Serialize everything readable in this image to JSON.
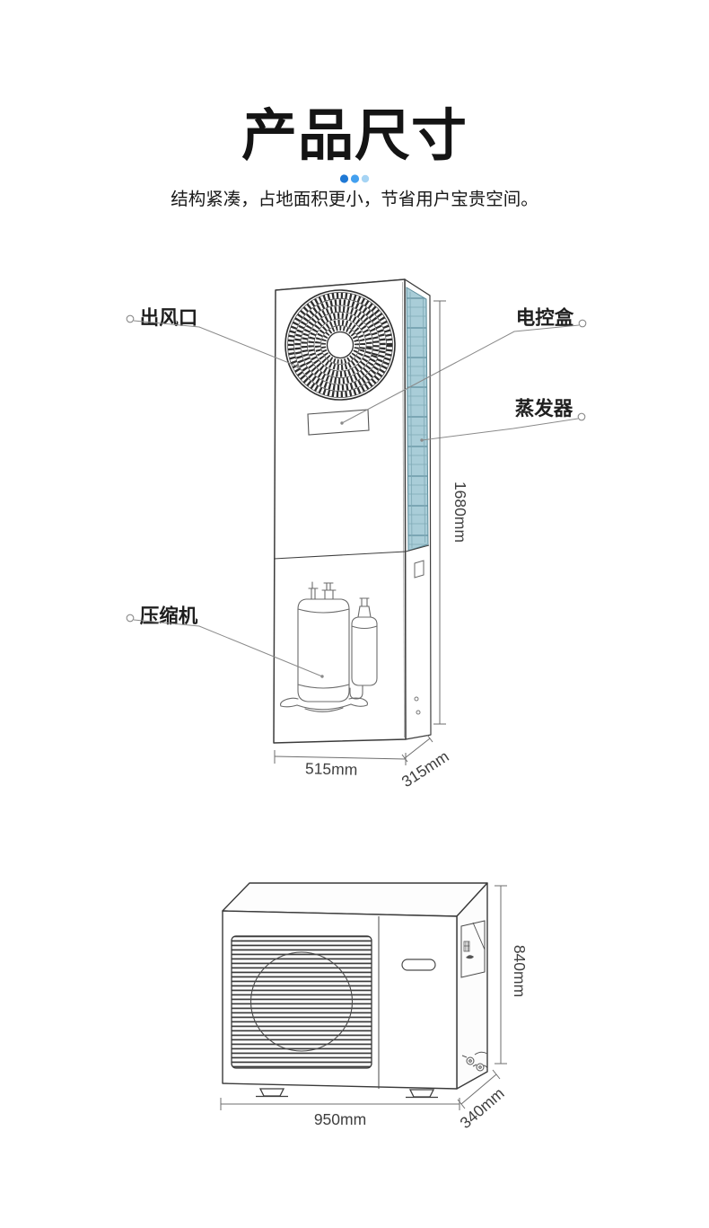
{
  "header": {
    "title": "产品尺寸",
    "subtitle": "结构紧凑，占地面积更小，节省用户宝贵空间。",
    "dots": [
      "#1f78d4",
      "#43a0ef",
      "#a6d4f4"
    ]
  },
  "indoor_unit": {
    "labels": {
      "air_outlet": "出风口",
      "control_box": "电控盒",
      "evaporator": "蒸发器",
      "compressor": "压缩机"
    },
    "dimensions": {
      "height": "1680mm",
      "width": "515mm",
      "depth": "315mm"
    },
    "evaporator_color": "#a9cdd8"
  },
  "outdoor_unit": {
    "dimensions": {
      "height": "840mm",
      "width": "950mm",
      "depth": "340mm"
    }
  }
}
